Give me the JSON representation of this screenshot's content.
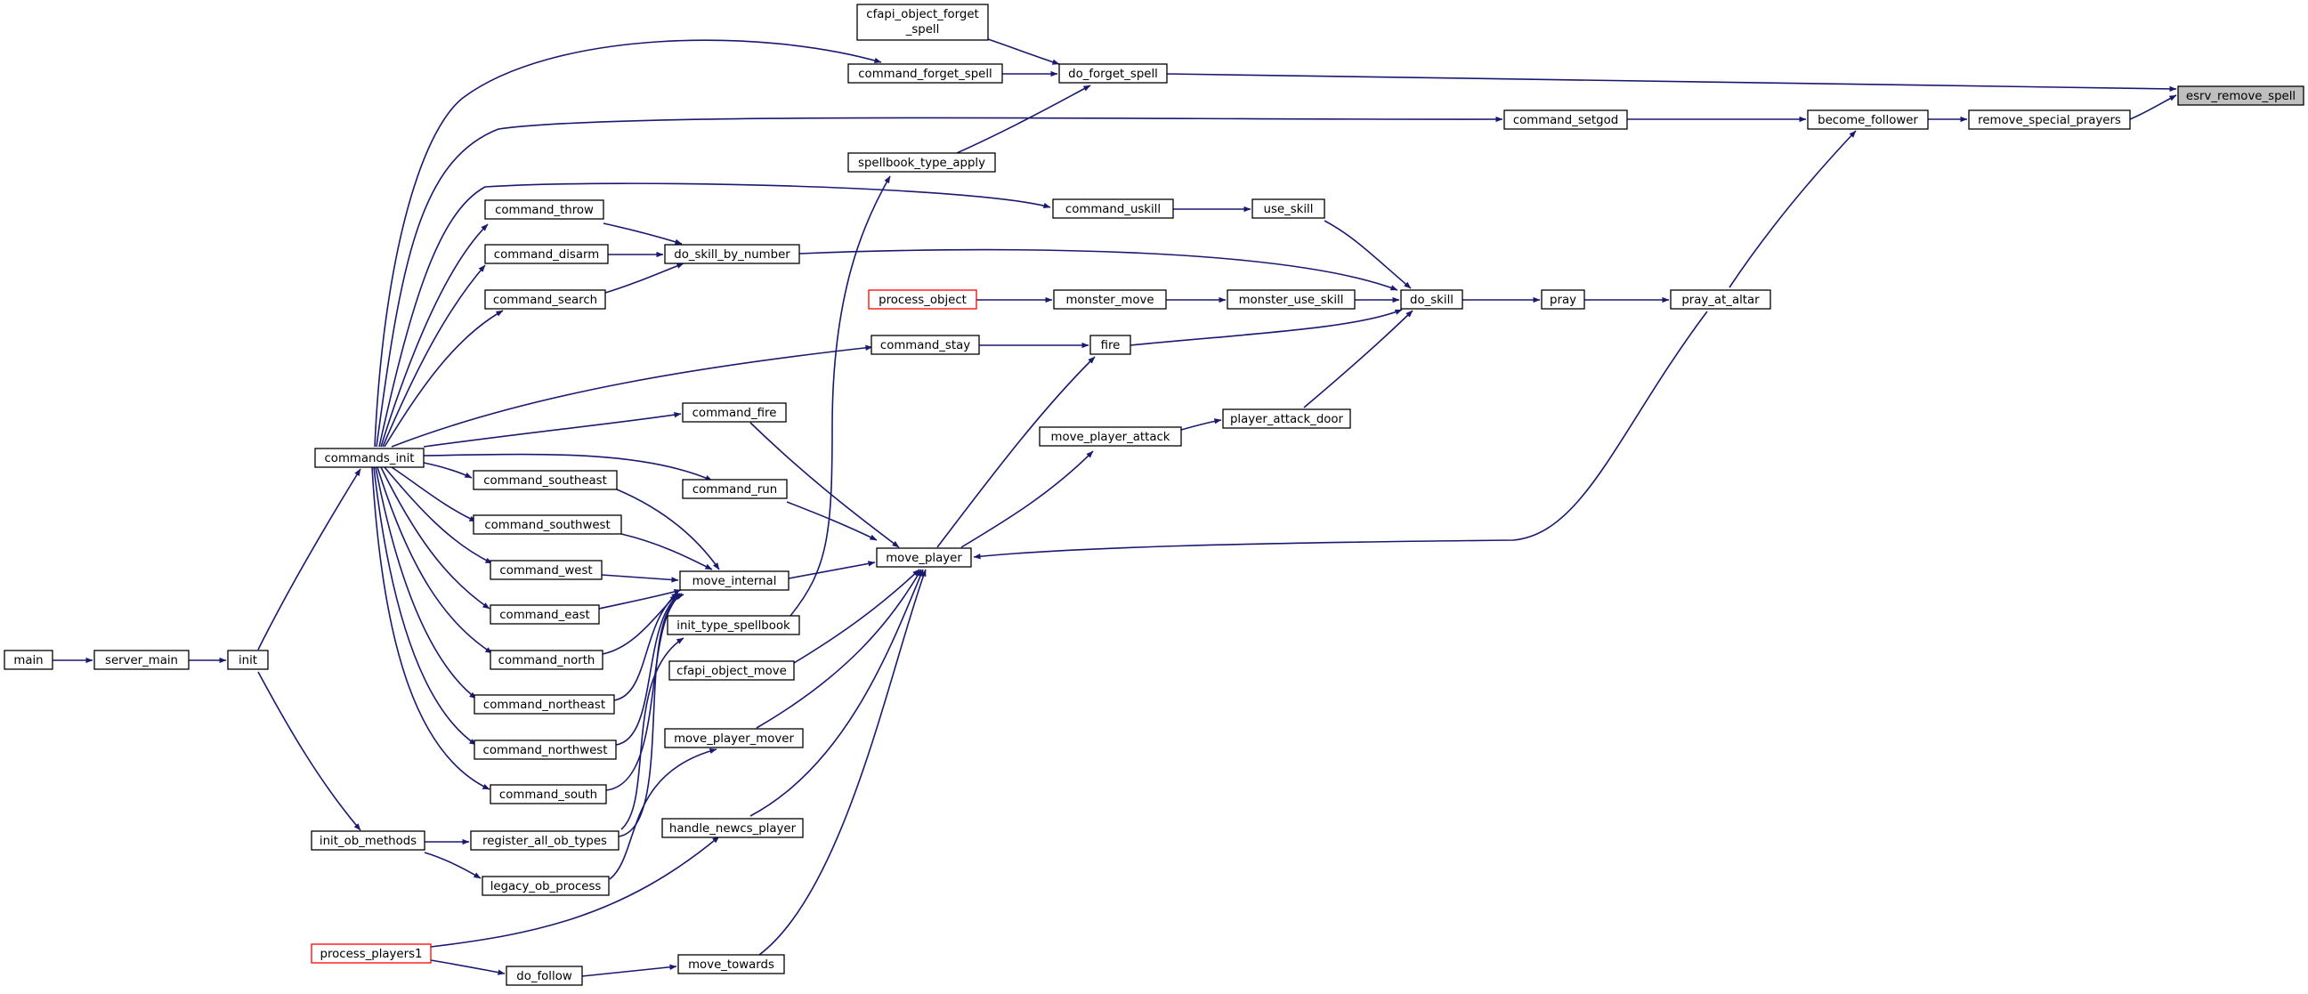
{
  "graph_title": "",
  "colors": {
    "edge": "#191970",
    "node_border": "#000000",
    "truncated_border": "#ff0000",
    "highlight_fill": "#bfbfbf"
  },
  "nodes": {
    "esrv_remove_spell": "esrv_remove_spell",
    "remove_special_prayers": "remove_special_prayers",
    "become_follower": "become_follower",
    "command_setgod": "command_setgod",
    "do_forget_spell": "do_forget_spell",
    "cfapi_object_forget_spell_l1": "cfapi_object_forget",
    "cfapi_object_forget_spell_l2": "_spell",
    "command_forget_spell": "command_forget_spell",
    "spellbook_type_apply": "spellbook_type_apply",
    "pray_at_altar": "pray_at_altar",
    "pray": "pray",
    "do_skill": "do_skill",
    "use_skill": "use_skill",
    "command_uskill": "command_uskill",
    "monster_use_skill": "monster_use_skill",
    "monster_move": "monster_move",
    "process_object": "process_object",
    "fire": "fire",
    "command_stay": "command_stay",
    "player_attack_door": "player_attack_door",
    "move_player_attack": "move_player_attack",
    "move_player": "move_player",
    "do_skill_by_number": "do_skill_by_number",
    "command_throw": "command_throw",
    "command_disarm": "command_disarm",
    "command_search": "command_search",
    "command_fire": "command_fire",
    "command_run": "command_run",
    "move_internal": "move_internal",
    "command_southeast": "command_southeast",
    "command_southwest": "command_southwest",
    "command_west": "command_west",
    "command_east": "command_east",
    "command_north": "command_north",
    "command_northeast": "command_northeast",
    "command_northwest": "command_northwest",
    "command_south": "command_south",
    "init_type_spellbook": "init_type_spellbook",
    "cfapi_object_move": "cfapi_object_move",
    "move_player_mover": "move_player_mover",
    "handle_newcs_player": "handle_newcs_player",
    "move_towards": "move_towards",
    "do_follow": "do_follow",
    "process_players1": "process_players1",
    "register_all_ob_types": "register_all_ob_types",
    "legacy_ob_process": "legacy_ob_process",
    "init_ob_methods": "init_ob_methods",
    "commands_init": "commands_init",
    "init": "init",
    "server_main": "server_main",
    "main": "main"
  }
}
